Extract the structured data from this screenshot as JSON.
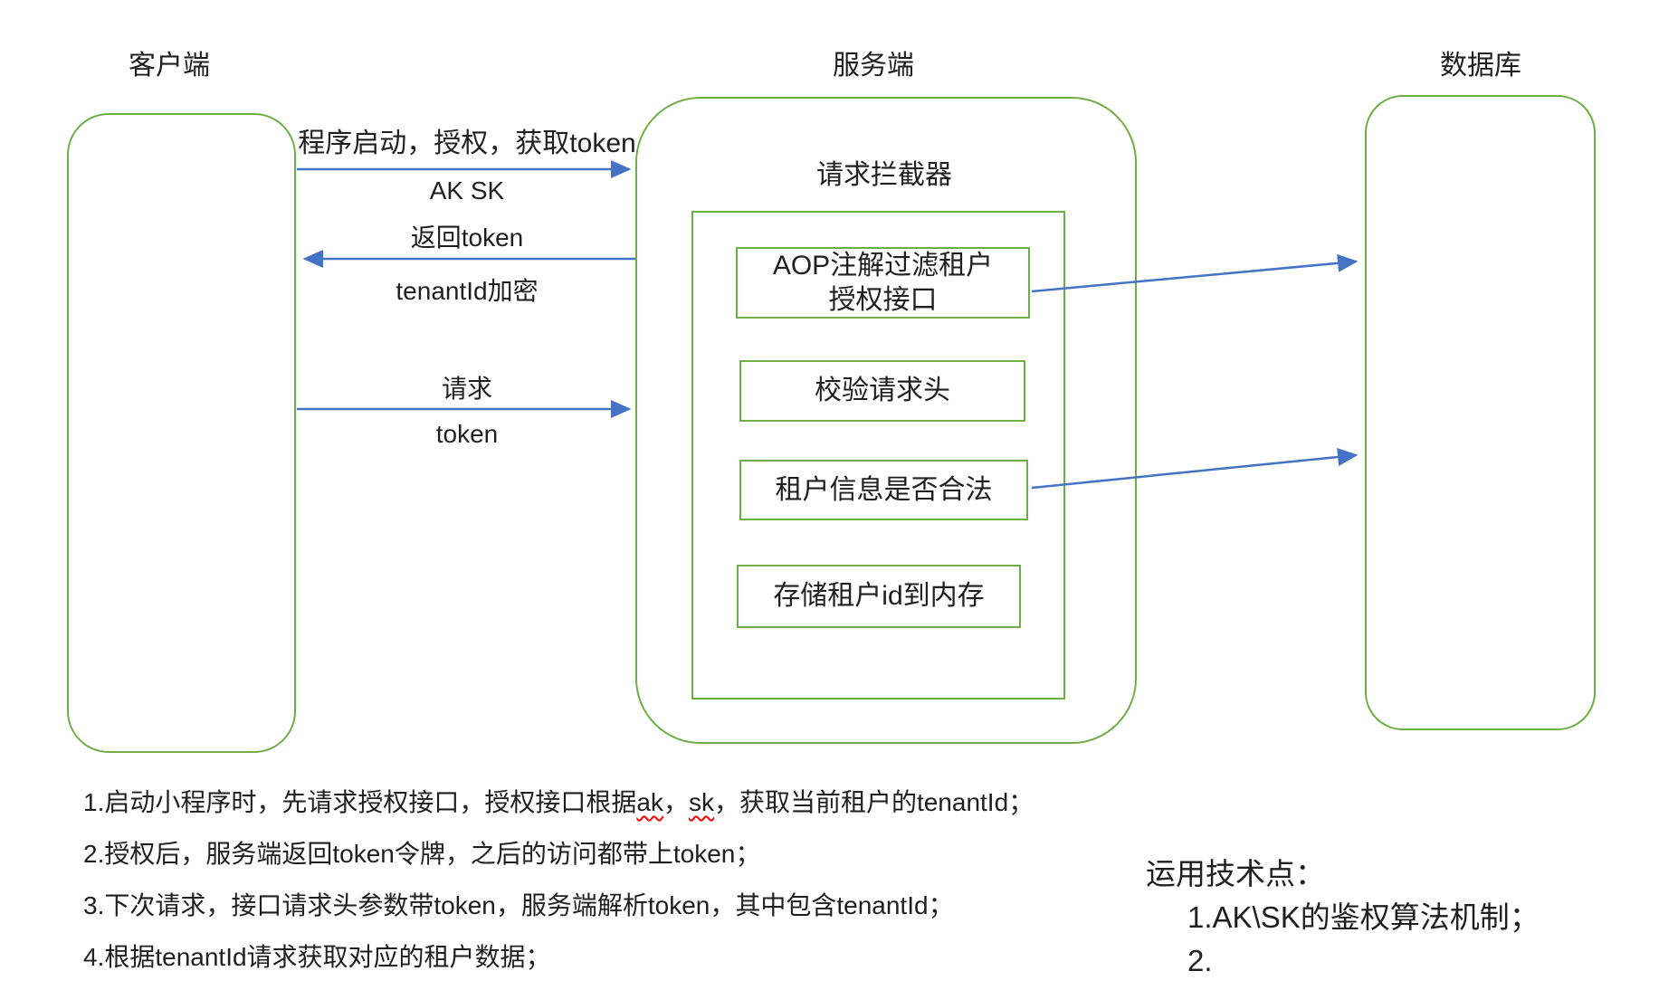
{
  "colors": {
    "shape_outline": "#70AD47",
    "arrow": "#4472C4",
    "text": "#1F1F1F",
    "spellcheck_underline": "#FF0000"
  },
  "lanes": {
    "client": "客户端",
    "server": "服务端",
    "database": "数据库"
  },
  "server_panel": {
    "interceptor_title": "请求拦截器",
    "steps": [
      {
        "label": "AOP注解过滤租户\n授权接口"
      },
      {
        "label": "校验请求头"
      },
      {
        "label": "租户信息是否合法"
      },
      {
        "label": "存储租户id到内存"
      }
    ]
  },
  "messages": {
    "startup_top": "程序启动，授权，获取token",
    "startup_bottom": "AK SK",
    "return_top": "返回token",
    "return_bottom": "tenantId加密",
    "request_top": "请求",
    "request_bottom": "token"
  },
  "notes": {
    "lines": [
      {
        "segments": [
          {
            "text": "1.启动小程序时，先请求授权接口，授权接口根据"
          },
          {
            "text": "ak",
            "spellcheck": true
          },
          {
            "text": "，"
          },
          {
            "text": "sk",
            "spellcheck": true
          },
          {
            "text": "，获取当前租户的tenantId；"
          }
        ]
      },
      {
        "segments": [
          {
            "text": "2.授权后，服务端返回token令牌，之后的访问都带上token；"
          }
        ]
      },
      {
        "segments": [
          {
            "text": "3.下次请求，接口请求头参数带token，服务端解析token，其中包含tenantId；"
          }
        ]
      },
      {
        "segments": [
          {
            "text": "4.根据tenantId请求获取对应的租户数据；"
          }
        ]
      }
    ]
  },
  "tech_notes": {
    "title": "运用技术点：",
    "items": [
      "1.AK\\SK的鉴权算法机制；",
      "2."
    ]
  }
}
